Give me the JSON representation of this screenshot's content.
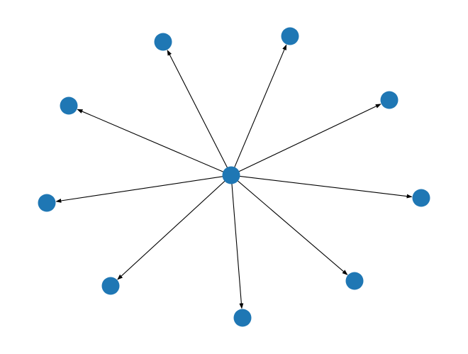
{
  "graph": {
    "directed": true,
    "node_color": "#1f77b4",
    "edge_color": "#000000",
    "background": "#ffffff",
    "center_node": 0,
    "nodes": [
      0,
      1,
      2,
      3,
      4,
      5,
      6,
      7,
      8,
      9
    ],
    "edges": [
      [
        0,
        1
      ],
      [
        0,
        2
      ],
      [
        0,
        3
      ],
      [
        0,
        4
      ],
      [
        0,
        5
      ],
      [
        0,
        6
      ],
      [
        0,
        7
      ],
      [
        0,
        8
      ],
      [
        0,
        9
      ]
    ]
  }
}
